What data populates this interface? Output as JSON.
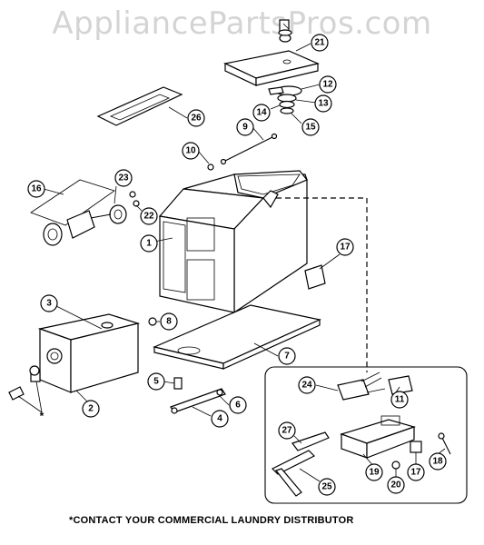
{
  "watermark": "AppliancePartsPros.com",
  "footer_note": "*CONTACT YOUR COMMERCIAL LAUNDRY DISTRIBUTOR",
  "asterisk": "*",
  "callouts": [
    "1",
    "2",
    "3",
    "4",
    "5",
    "6",
    "7",
    "8",
    "9",
    "10",
    "11",
    "12",
    "13",
    "14",
    "15",
    "16",
    "17",
    "18",
    "19",
    "20",
    "21",
    "22",
    "23",
    "24",
    "25",
    "26",
    "27"
  ]
}
